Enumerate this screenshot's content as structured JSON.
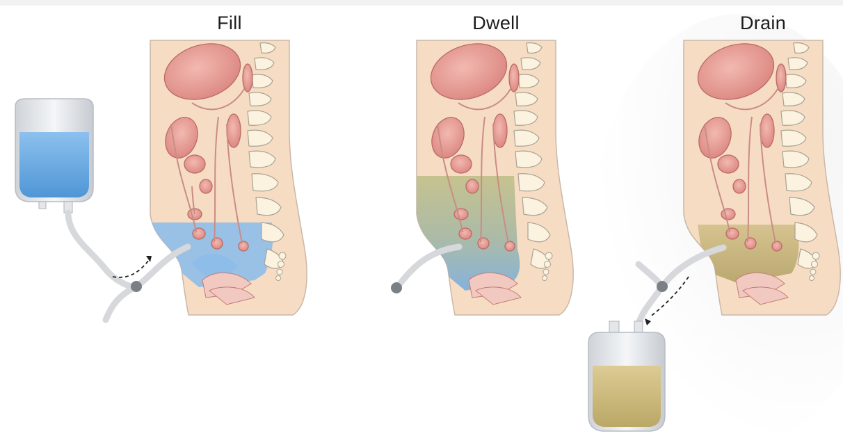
{
  "stages": [
    {
      "id": "fill",
      "label": "Fill"
    },
    {
      "id": "dwell",
      "label": "Dwell"
    },
    {
      "id": "drain",
      "label": "Drain"
    }
  ],
  "colors": {
    "skin": "#f6dcc3",
    "skin_outline": "#bfb2a6",
    "organ": "#e59a93",
    "organ_outline": "#b86b66",
    "vertebra": "#fbf3df",
    "vertebra_outline": "#a8a293",
    "dialysate_fresh": "#7eb3e6",
    "dialysate_mixed": "#b8b07a",
    "dialysate_waste": "#c9b67a",
    "tube": "#d6d8db",
    "connector": "#7b7f86"
  }
}
